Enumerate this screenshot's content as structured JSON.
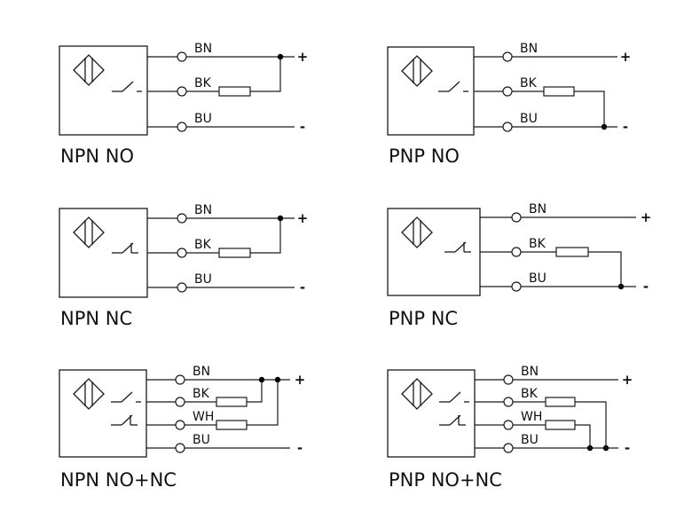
{
  "title": "Sensor output wiring diagrams",
  "colors": {
    "line": "#1a1a1a",
    "background": "#ffffff"
  },
  "polarity": {
    "positive": "+",
    "negative": "-"
  },
  "diagrams": [
    {
      "caption": "NPN NO",
      "output_type": "NPN",
      "contacts": [
        "NO"
      ],
      "wires": [
        {
          "label": "BN",
          "role": "supply",
          "polarity": "+"
        },
        {
          "label": "BK",
          "role": "output",
          "contact": "NO",
          "load": true,
          "load_to": "+"
        },
        {
          "label": "BU",
          "role": "supply",
          "polarity": "-"
        }
      ]
    },
    {
      "caption": "PNP NO",
      "output_type": "PNP",
      "contacts": [
        "NO"
      ],
      "wires": [
        {
          "label": "BN",
          "role": "supply",
          "polarity": "+"
        },
        {
          "label": "BK",
          "role": "output",
          "contact": "NO",
          "load": true,
          "load_to": "-"
        },
        {
          "label": "BU",
          "role": "supply",
          "polarity": "-"
        }
      ]
    },
    {
      "caption": "NPN NC",
      "output_type": "NPN",
      "contacts": [
        "NC"
      ],
      "wires": [
        {
          "label": "BN",
          "role": "supply",
          "polarity": "+"
        },
        {
          "label": "BK",
          "role": "output",
          "contact": "NC",
          "load": true,
          "load_to": "+"
        },
        {
          "label": "BU",
          "role": "supply",
          "polarity": "-"
        }
      ]
    },
    {
      "caption": "PNP NC",
      "output_type": "PNP",
      "contacts": [
        "NC"
      ],
      "wires": [
        {
          "label": "BN",
          "role": "supply",
          "polarity": "+"
        },
        {
          "label": "BK",
          "role": "output",
          "contact": "NC",
          "load": true,
          "load_to": "-"
        },
        {
          "label": "BU",
          "role": "supply",
          "polarity": "-"
        }
      ]
    },
    {
      "caption": "NPN NO+NC",
      "output_type": "NPN",
      "contacts": [
        "NO",
        "NC"
      ],
      "wires": [
        {
          "label": "BN",
          "role": "supply",
          "polarity": "+"
        },
        {
          "label": "BK",
          "role": "output",
          "contact": "NO",
          "load": true,
          "load_to": "+"
        },
        {
          "label": "WH",
          "role": "output",
          "contact": "NC",
          "load": true,
          "load_to": "+"
        },
        {
          "label": "BU",
          "role": "supply",
          "polarity": "-"
        }
      ]
    },
    {
      "caption": "PNP NO+NC",
      "output_type": "PNP",
      "contacts": [
        "NO",
        "NC"
      ],
      "wires": [
        {
          "label": "BN",
          "role": "supply",
          "polarity": "+"
        },
        {
          "label": "BK",
          "role": "output",
          "contact": "NO",
          "load": true,
          "load_to": "-"
        },
        {
          "label": "WH",
          "role": "output",
          "contact": "NC",
          "load": true,
          "load_to": "-"
        },
        {
          "label": "BU",
          "role": "supply",
          "polarity": "-"
        }
      ]
    }
  ]
}
